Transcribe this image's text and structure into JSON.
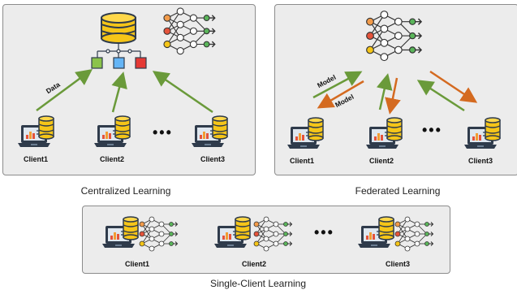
{
  "centralized": {
    "caption": "Centralized Learning",
    "arrow_label": "Data",
    "clients": [
      "Client1",
      "Client2",
      "Client3"
    ]
  },
  "federated": {
    "caption": "Federated Learning",
    "arrow_label_up": "Model",
    "arrow_label_down": "Model",
    "clients": [
      "Client1",
      "Client2",
      "Client3"
    ]
  },
  "single_client": {
    "caption": "Single-Client Learning",
    "clients": [
      "Client1",
      "Client2",
      "Client3"
    ]
  },
  "ellipsis": "•••",
  "colors": {
    "data_arrow": "#6a9a3a",
    "upload_arrow": "#6a9a3a",
    "download_arrow": "#d46a20",
    "panel_bg": "#ececec",
    "db_yellow": "#f5c518",
    "node_green": "#8bc34a",
    "node_blue": "#64b5f6",
    "node_red": "#e53935"
  },
  "icons": [
    "laptop-database-icon",
    "database-icon",
    "neural-network-icon"
  ]
}
